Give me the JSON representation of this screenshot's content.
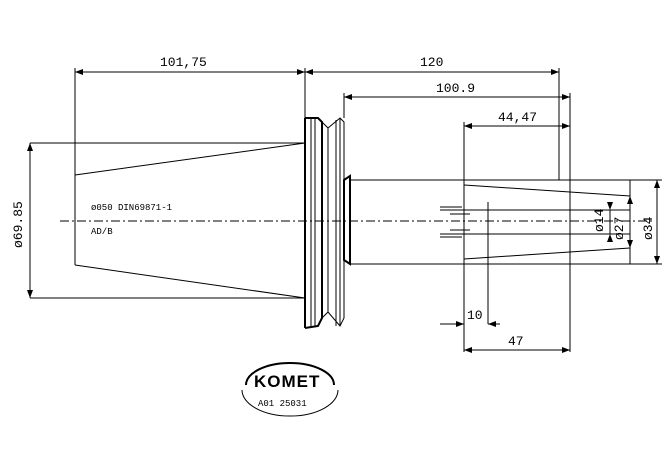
{
  "dimensions": {
    "length_left": "101,75",
    "length_total": "120",
    "length_shank": "100.9",
    "length_clamp": "44,47",
    "length_bore_depth": "10",
    "length_bore": "47",
    "dia_flange": "ø69.85",
    "dia_14": "ø14",
    "dia_27": "ø27",
    "dia_34": "ø34"
  },
  "labels": {
    "spec_line_1": "ø050 DIN69871-1",
    "spec_line_2": "AD/B"
  },
  "logo": {
    "brand": "KOMET",
    "part_number": "A01 25031"
  },
  "colors": {
    "line": "#000000",
    "background": "#ffffff"
  }
}
